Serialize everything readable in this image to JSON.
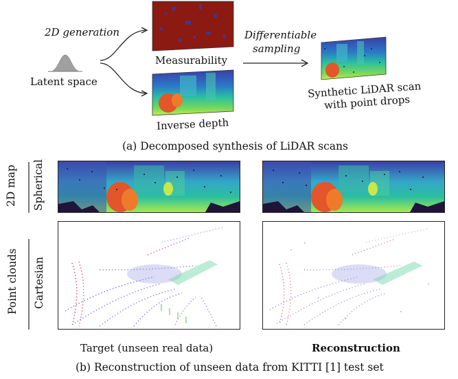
{
  "panel_a": {
    "label_2d_generation": "2D generation",
    "label_latent_space": "Latent space",
    "label_measurability": "Measurability",
    "label_inverse_depth": "Inverse depth",
    "label_differentiable": "Differentiable",
    "label_sampling": "sampling",
    "label_synthetic_line1": "Synthetic LiDAR scan",
    "label_synthetic_line2": "with point drops",
    "caption": "(a) Decomposed synthesis of LiDAR scans"
  },
  "panel_b": {
    "row_2d_map": "2D map",
    "row_spherical": "Spherical",
    "row_point_clouds": "Point clouds",
    "row_cartesian": "Cartesian",
    "label_target": "Target (unseen real data)",
    "label_reconstruction": "Reconstruction",
    "caption": "(b) Reconstruction of unseen data from KITTI [1] test set"
  },
  "colors": {
    "measurability_bg": "#8a1a12",
    "depth_far": "#3b3fa8",
    "depth_mid": "#2bbfa0",
    "depth_near": "#9be84a",
    "depth_close": "#e2562a",
    "gaussian_fill": "#9a9a9a"
  }
}
